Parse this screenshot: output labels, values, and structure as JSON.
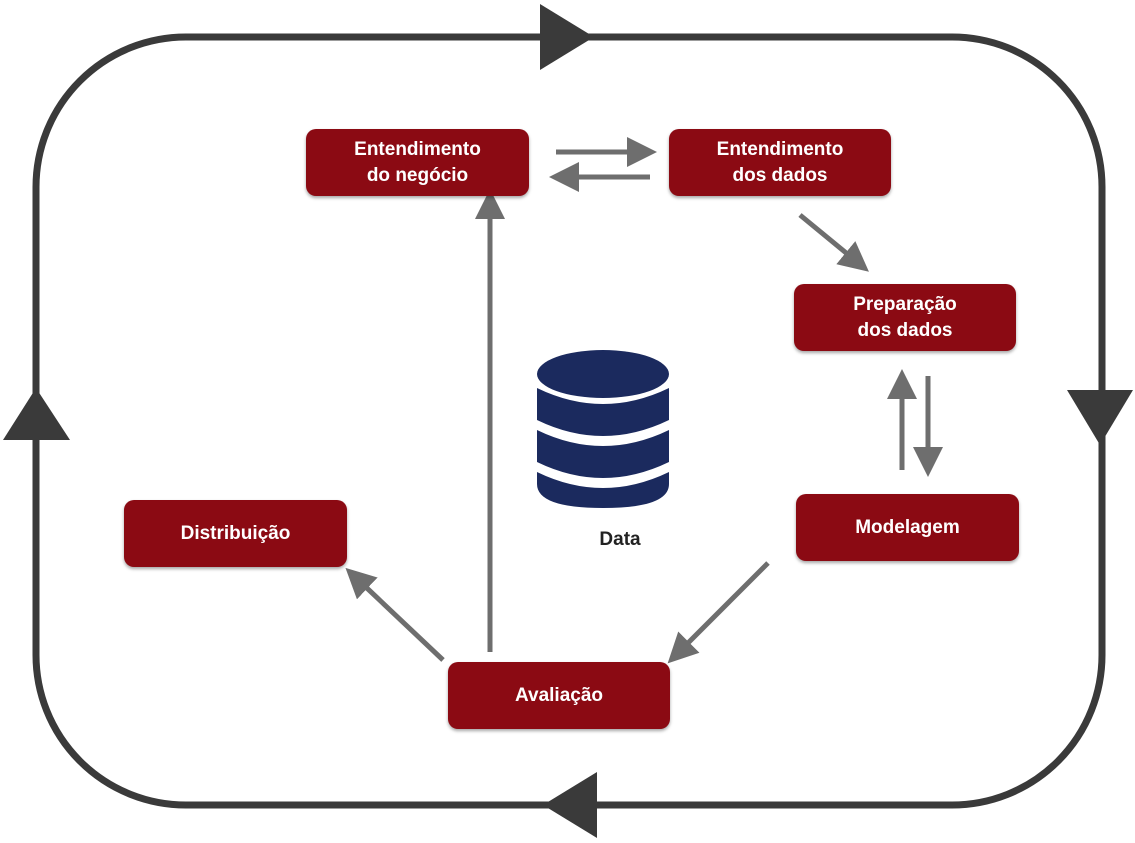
{
  "diagram": {
    "stages": {
      "business_understanding": [
        "Entendimento",
        "do negócio"
      ],
      "data_understanding": [
        "Entendimento",
        "dos dados"
      ],
      "data_preparation": [
        "Preparação",
        "dos dados"
      ],
      "modeling": [
        "Modelagem"
      ],
      "evaluation": [
        "Avaliação"
      ],
      "deployment": [
        "Distribuição"
      ]
    },
    "center": {
      "icon": "database-icon",
      "label": "Data"
    },
    "colors": {
      "box": "#8b0a13",
      "box_text": "#ffffff",
      "outer_cycle": "#3a3a3a",
      "inner_arrows": "#6e6e6e",
      "database": "#1b2a5e"
    }
  }
}
